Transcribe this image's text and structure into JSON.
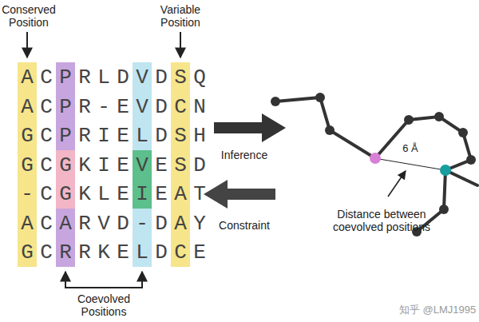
{
  "diagram": {
    "labels": [
      "A",
      "C",
      "P",
      "R",
      "L",
      "D",
      "V",
      "D",
      "S",
      "Q",
      "A",
      "C",
      "P",
      "R",
      "-",
      "E",
      "V",
      "D",
      "C",
      "N",
      "G",
      "C",
      "P",
      "R",
      "I",
      "E",
      "L",
      "D",
      "S",
      "H",
      "G",
      "C",
      "G",
      "K",
      "I",
      "E",
      "V",
      "E",
      "S",
      "D",
      "-",
      "C",
      "G",
      "K",
      "L",
      "E",
      "I",
      "E",
      "A",
      "T",
      "A",
      "C",
      "A",
      "R",
      "V",
      "D",
      "-",
      "D",
      "A",
      "Y",
      "G",
      "C",
      "R",
      "R",
      "K",
      "E",
      "L",
      "D",
      "C",
      "E",
      "Conserved Position",
      "Variable Position",
      "Inference",
      "Constraint",
      "6 Å",
      "Distance between coevolved positions",
      "Coevolved Positions",
      "知乎 @LMJ1995"
    ]
  }
}
